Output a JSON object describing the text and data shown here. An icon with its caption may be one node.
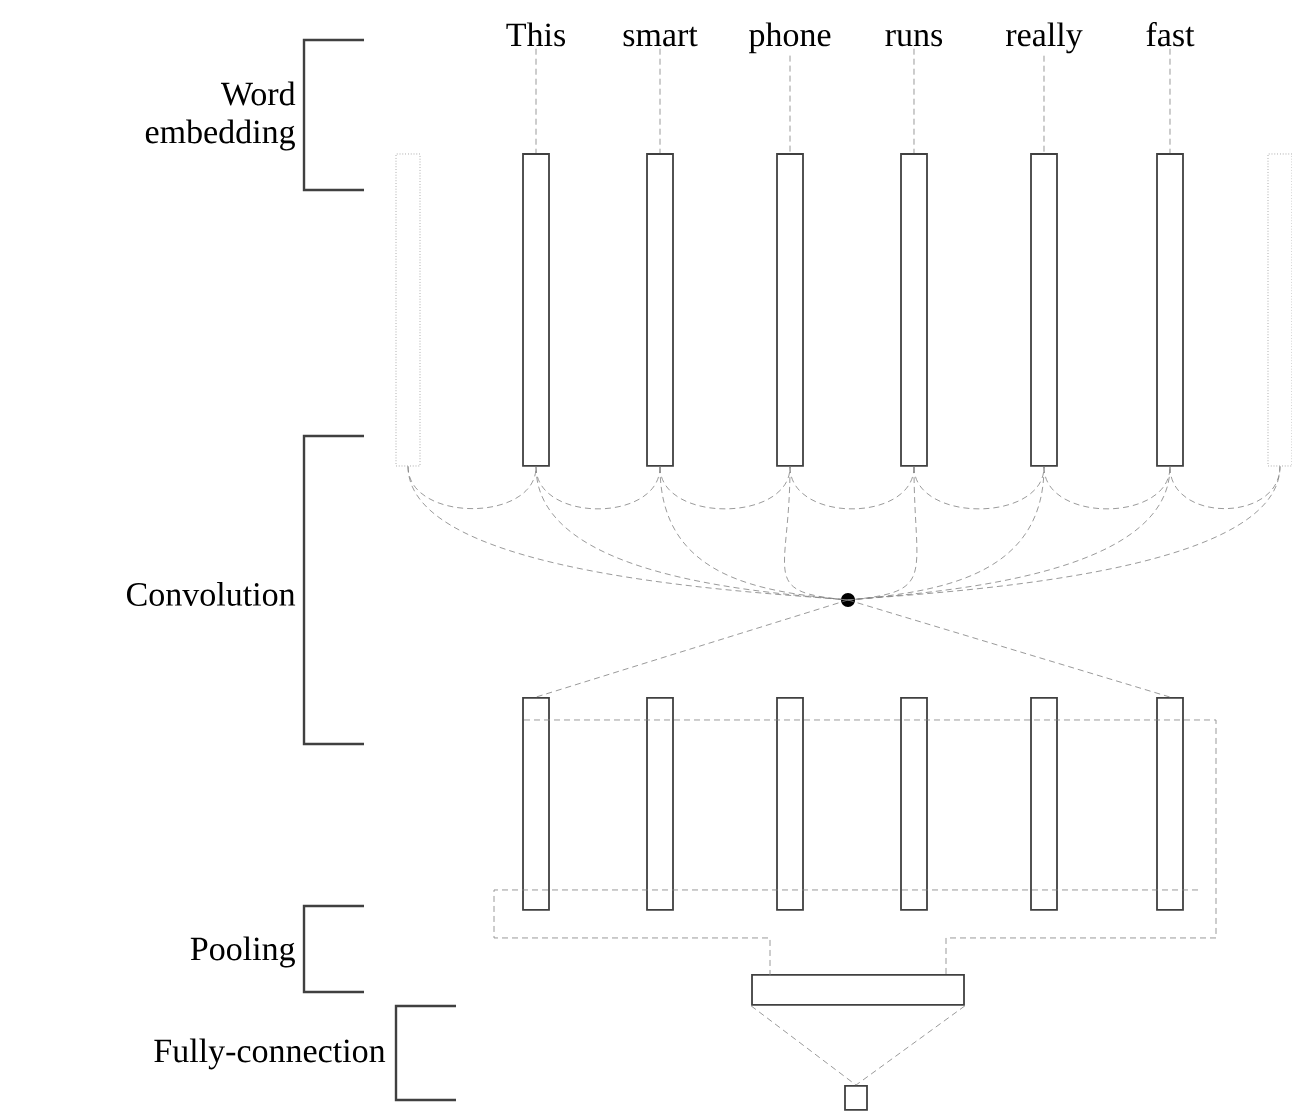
{
  "diagram": {
    "nodes": [
      {
        "text": [
          "This"
        ]
      },
      {
        "text": [
          "smart"
        ]
      },
      {
        "text": [
          "phone"
        ]
      },
      {
        "text": [
          "runs"
        ]
      },
      {
        "text": [
          "really"
        ]
      },
      {
        "text": [
          "fast"
        ]
      },
      {
        "text": [],
        "shape": "bar"
      },
      {
        "text": [],
        "shape": "bar"
      },
      {
        "text": [],
        "shape": "bar"
      },
      {
        "text": [],
        "shape": "bar"
      },
      {
        "text": [],
        "shape": "bar"
      },
      {
        "text": [],
        "shape": "bar"
      },
      {
        "text": [],
        "shape": "bar"
      },
      {
        "text": [],
        "shape": "bar"
      },
      {
        "text": [],
        "shape": "circle"
      },
      {
        "text": [],
        "shape": "bar"
      },
      {
        "text": [],
        "shape": "bar"
      },
      {
        "text": [],
        "shape": "bar"
      },
      {
        "text": [],
        "shape": "bar"
      },
      {
        "text": [],
        "shape": "bar"
      },
      {
        "text": [],
        "shape": "bar"
      },
      {
        "text": [],
        "shape": "bar"
      },
      {
        "text": [],
        "shape": "box"
      }
    ],
    "edges": [
      {
        "from": 0,
        "to": 7,
        "arrow": "none",
        "style": "dashed"
      },
      {
        "from": 1,
        "to": 8,
        "arrow": "none",
        "style": "dashed"
      },
      {
        "from": 2,
        "to": 9,
        "arrow": "none",
        "style": "dashed"
      },
      {
        "from": 3,
        "to": 10,
        "arrow": "none",
        "style": "dashed"
      },
      {
        "from": 4,
        "to": 11,
        "arrow": "none",
        "style": "dashed"
      },
      {
        "from": 5,
        "to": 12,
        "arrow": "none",
        "style": "dashed"
      },
      {
        "from": 6,
        "to": 14,
        "arrow": "none",
        "style": "dashed"
      },
      {
        "from": 7,
        "to": 14,
        "arrow": "none",
        "style": "dashed"
      },
      {
        "from": 8,
        "to": 14,
        "arrow": "none",
        "style": "dashed"
      },
      {
        "from": 9,
        "to": 14,
        "arrow": "none",
        "style": "dashed"
      },
      {
        "from": 10,
        "to": 14,
        "arrow": "none",
        "style": "dashed"
      },
      {
        "from": 11,
        "to": 14,
        "arrow": "none",
        "style": "dashed"
      },
      {
        "from": 12,
        "to": 14,
        "arrow": "none",
        "style": "dashed"
      },
      {
        "from": 13,
        "to": 14,
        "arrow": "none",
        "style": "dashed"
      },
      {
        "from": 14,
        "to": 15,
        "arrow": "none",
        "style": "dashed"
      },
      {
        "from": 14,
        "to": 20,
        "arrow": "none",
        "style": "dashed"
      },
      {
        "from": 21,
        "to": 22,
        "arrow": "none",
        "style": "dashed"
      }
    ],
    "labels": [
      "Word embedding",
      "Convolution",
      "Pooling",
      "Fully-connection"
    ]
  }
}
